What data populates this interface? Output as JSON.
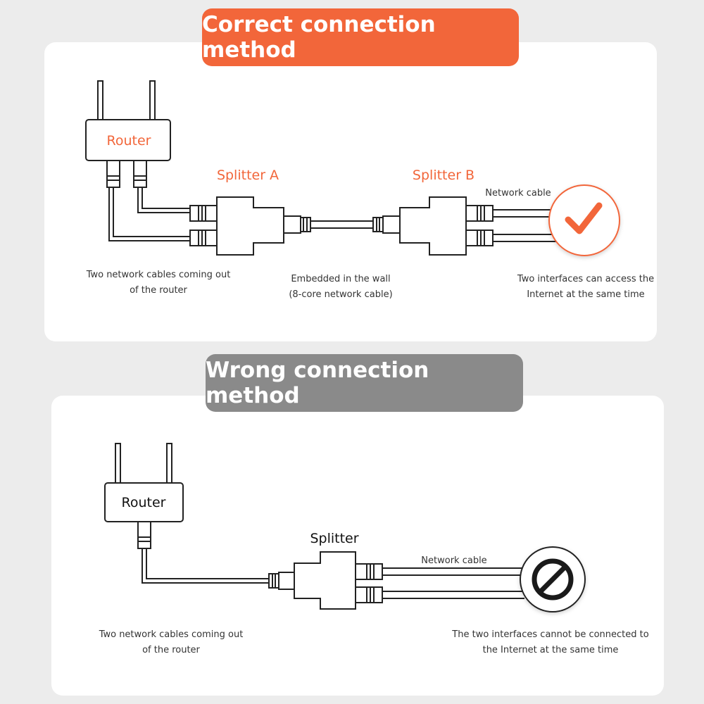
{
  "correct": {
    "banner": "Correct connection method",
    "router_label": "Router",
    "splitter_a_label": "Splitter A",
    "splitter_b_label": "Splitter B",
    "network_cable_label": "Network cable",
    "caption_left": [
      "Two network cables coming out",
      "of the router"
    ],
    "caption_middle": [
      "Embedded in the wall",
      "(8-core network cable)"
    ],
    "caption_right": [
      "Two interfaces can access the",
      "Internet at the same time"
    ],
    "status_icon": "checkmark-icon"
  },
  "wrong": {
    "banner": "Wrong connection method",
    "router_label": "Router",
    "splitter_label": "Splitter",
    "network_cable_label": "Network cable",
    "caption_left": [
      "Two network cables coming out",
      "of the router"
    ],
    "caption_right": [
      "The two interfaces cannot be connected to",
      "the Internet at the same time"
    ],
    "status_icon": "prohibited-icon"
  },
  "colors": {
    "accent": "#f2663a",
    "neutral_banner": "#8a8a8a",
    "line": "#222222"
  }
}
